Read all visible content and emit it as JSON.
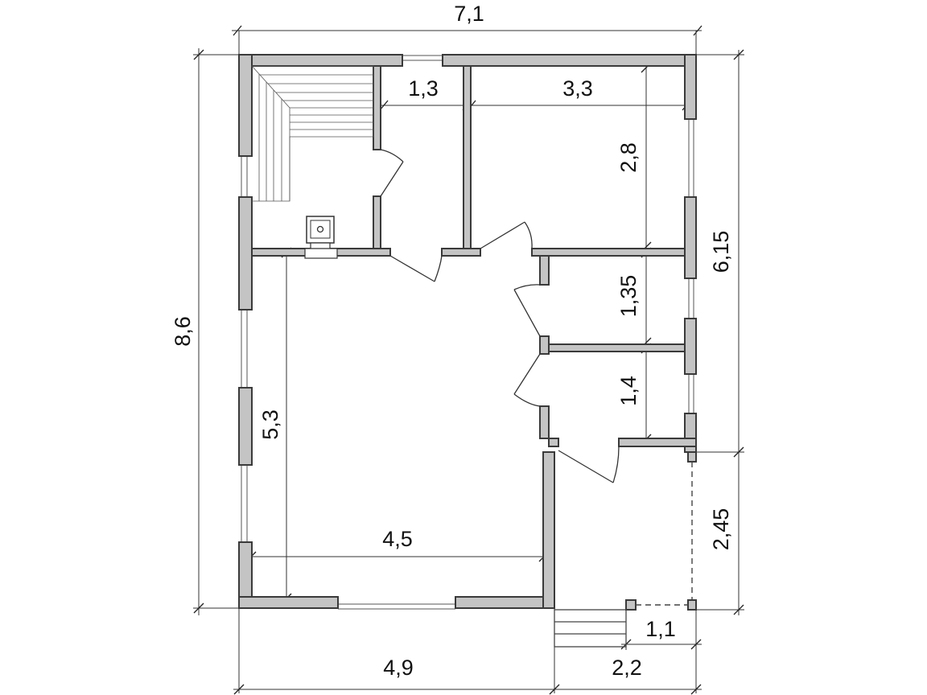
{
  "dimensions": {
    "overall_width": "7,1",
    "overall_height": "8,6",
    "right_upper_height": "6,15",
    "right_lower_height": "2,45",
    "bottom_left_width": "4,9",
    "bottom_right_width": "2,2",
    "porch_width": "1,1",
    "washroom_width": "1,3",
    "room_top_right_width": "3,3",
    "room_top_right_height": "2,8",
    "small_room_1_height": "1,35",
    "small_room_2_height": "1,4",
    "main_hall_height": "5,3",
    "main_hall_width": "4,5"
  },
  "colors": {
    "wall_fill": "#c4c4c4",
    "wall_stroke": "#3a3a3a",
    "line": "#333333"
  }
}
